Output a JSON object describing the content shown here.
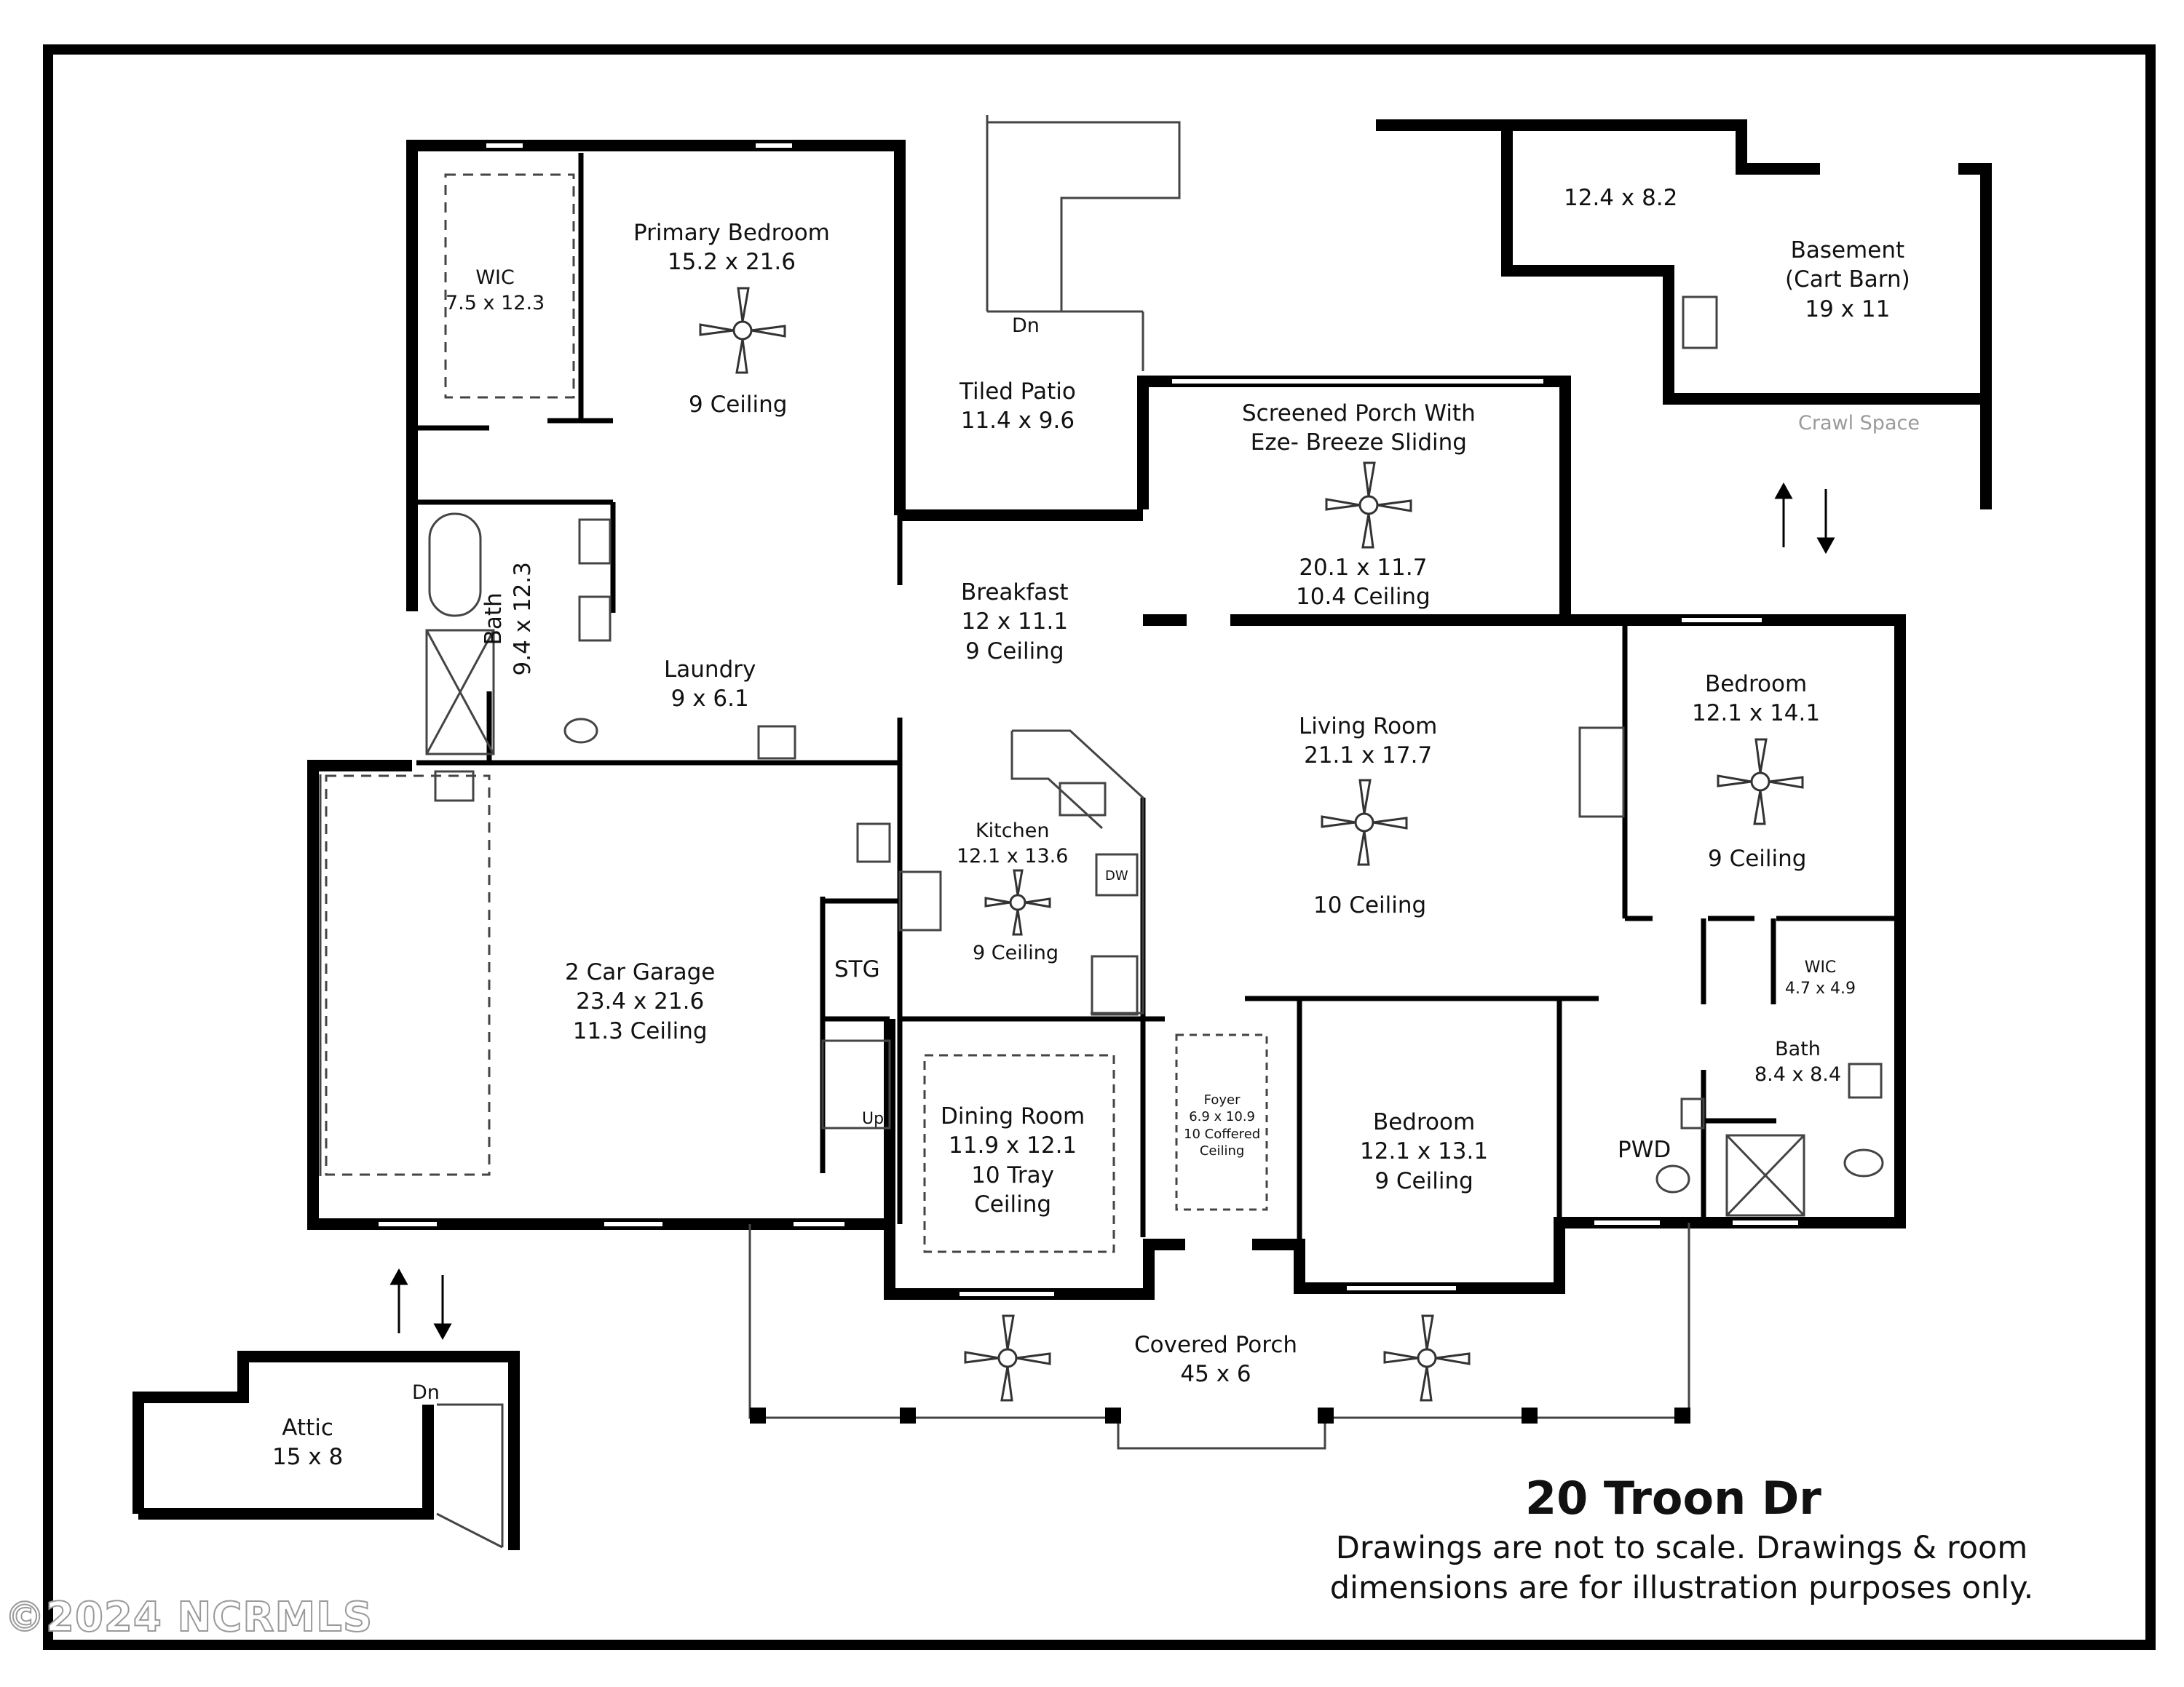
{
  "address": "20 Troon Dr",
  "disclaimer": [
    "Drawings are not to scale. Drawings & room",
    "dimensions are for illustration purposes only."
  ],
  "watermark": "©2024 NCRMLS",
  "rooms": {
    "primary_bedroom": [
      "Primary Bedroom",
      "15.2 x 21.6",
      "",
      "9 Ceiling"
    ],
    "wic_primary": [
      "WIC",
      "7.5 x 12.3"
    ],
    "bath_primary": [
      "Bath",
      "9.4 x 12.3"
    ],
    "laundry": [
      "Laundry",
      "9 x 6.1"
    ],
    "tiled_patio": [
      "Tiled Patio",
      "11.4 x 9.6"
    ],
    "patio_stair": "Dn",
    "screened_porch": [
      "Screened Porch With",
      "Eze- Breeze Sliding",
      "",
      "",
      "20.1 x 11.7",
      "10.4 Ceiling"
    ],
    "basement_small": "12.4 x 8.2",
    "basement": [
      "Basement",
      "(Cart Barn)",
      "19 x 11"
    ],
    "crawl_space": "Crawl Space",
    "breakfast": [
      "Breakfast",
      "12 x 11.1",
      "9 Ceiling"
    ],
    "living_room": [
      "Living Room",
      "21.1 x 17.7",
      "",
      "",
      "",
      "10 Ceiling"
    ],
    "bedroom_ne": [
      "Bedroom",
      "12.1 x 14.1",
      "",
      "",
      "9 Ceiling"
    ],
    "kitchen": [
      "Kitchen",
      "12.1 x 13.6",
      "",
      "",
      "9 Ceiling"
    ],
    "dishwasher": "DW",
    "garage": [
      "2 Car Garage",
      "23.4 x 21.6",
      "11.3 Ceiling"
    ],
    "storage": "STG",
    "garage_stair": "Up",
    "dining_room": [
      "Dining Room",
      "11.9 x 12.1",
      "10 Tray",
      "Ceiling"
    ],
    "foyer": [
      "Foyer",
      "6.9 x 10.9",
      "10 Coffered",
      "Ceiling"
    ],
    "bedroom_s": [
      "Bedroom",
      "12.1 x 13.1",
      "9 Ceiling"
    ],
    "wic_small": [
      "WIC",
      "4.7 x 4.9"
    ],
    "bath_small": [
      "Bath",
      "8.4 x 8.4"
    ],
    "powder": "PWD",
    "covered_porch": [
      "Covered Porch",
      "45 x 6"
    ],
    "attic": [
      "Attic",
      "15 x 8"
    ],
    "attic_stair": "Dn"
  },
  "colors": {
    "wall": "#000000",
    "fixture": "#444444",
    "dashed": "#777777",
    "watermark": "#9a9a9a"
  }
}
